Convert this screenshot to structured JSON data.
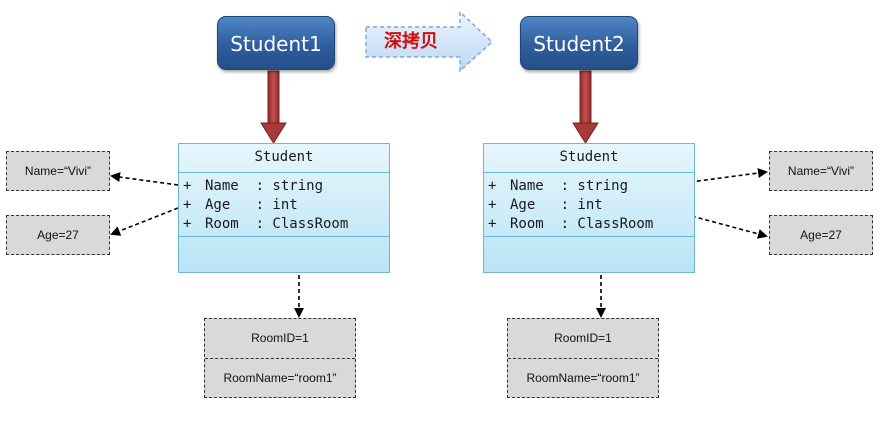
{
  "diagram": {
    "copy_label": "深拷贝",
    "left": {
      "object_label": "Student1",
      "class": {
        "title": "Student",
        "attributes": [
          {
            "marker": "+",
            "text": "Name  : string"
          },
          {
            "marker": "+",
            "text": "Age   : int"
          },
          {
            "marker": "+",
            "text": "Room  : ClassRoom"
          }
        ]
      },
      "name_value": "Name=“Vivi”",
      "age_value": "Age=27",
      "room": {
        "id": "RoomID=1",
        "name": "RoomName=“room1”"
      }
    },
    "right": {
      "object_label": "Student2",
      "class": {
        "title": "Student",
        "attributes": [
          {
            "marker": "+",
            "text": "Name  : string"
          },
          {
            "marker": "+",
            "text": "Age   : int"
          },
          {
            "marker": "+",
            "text": "Room  : ClassRoom"
          }
        ]
      },
      "name_value": "Name=“Vivi”",
      "age_value": "Age=27",
      "room": {
        "id": "RoomID=1",
        "name": "RoomName=“room1”"
      }
    },
    "colors": {
      "object_fill": "#2f5e9e",
      "class_fill": "#cdeefa",
      "arrow_fill": "#a83a3a",
      "copy_text": "#d20f0f",
      "value_fill": "#d9d9d9"
    }
  }
}
